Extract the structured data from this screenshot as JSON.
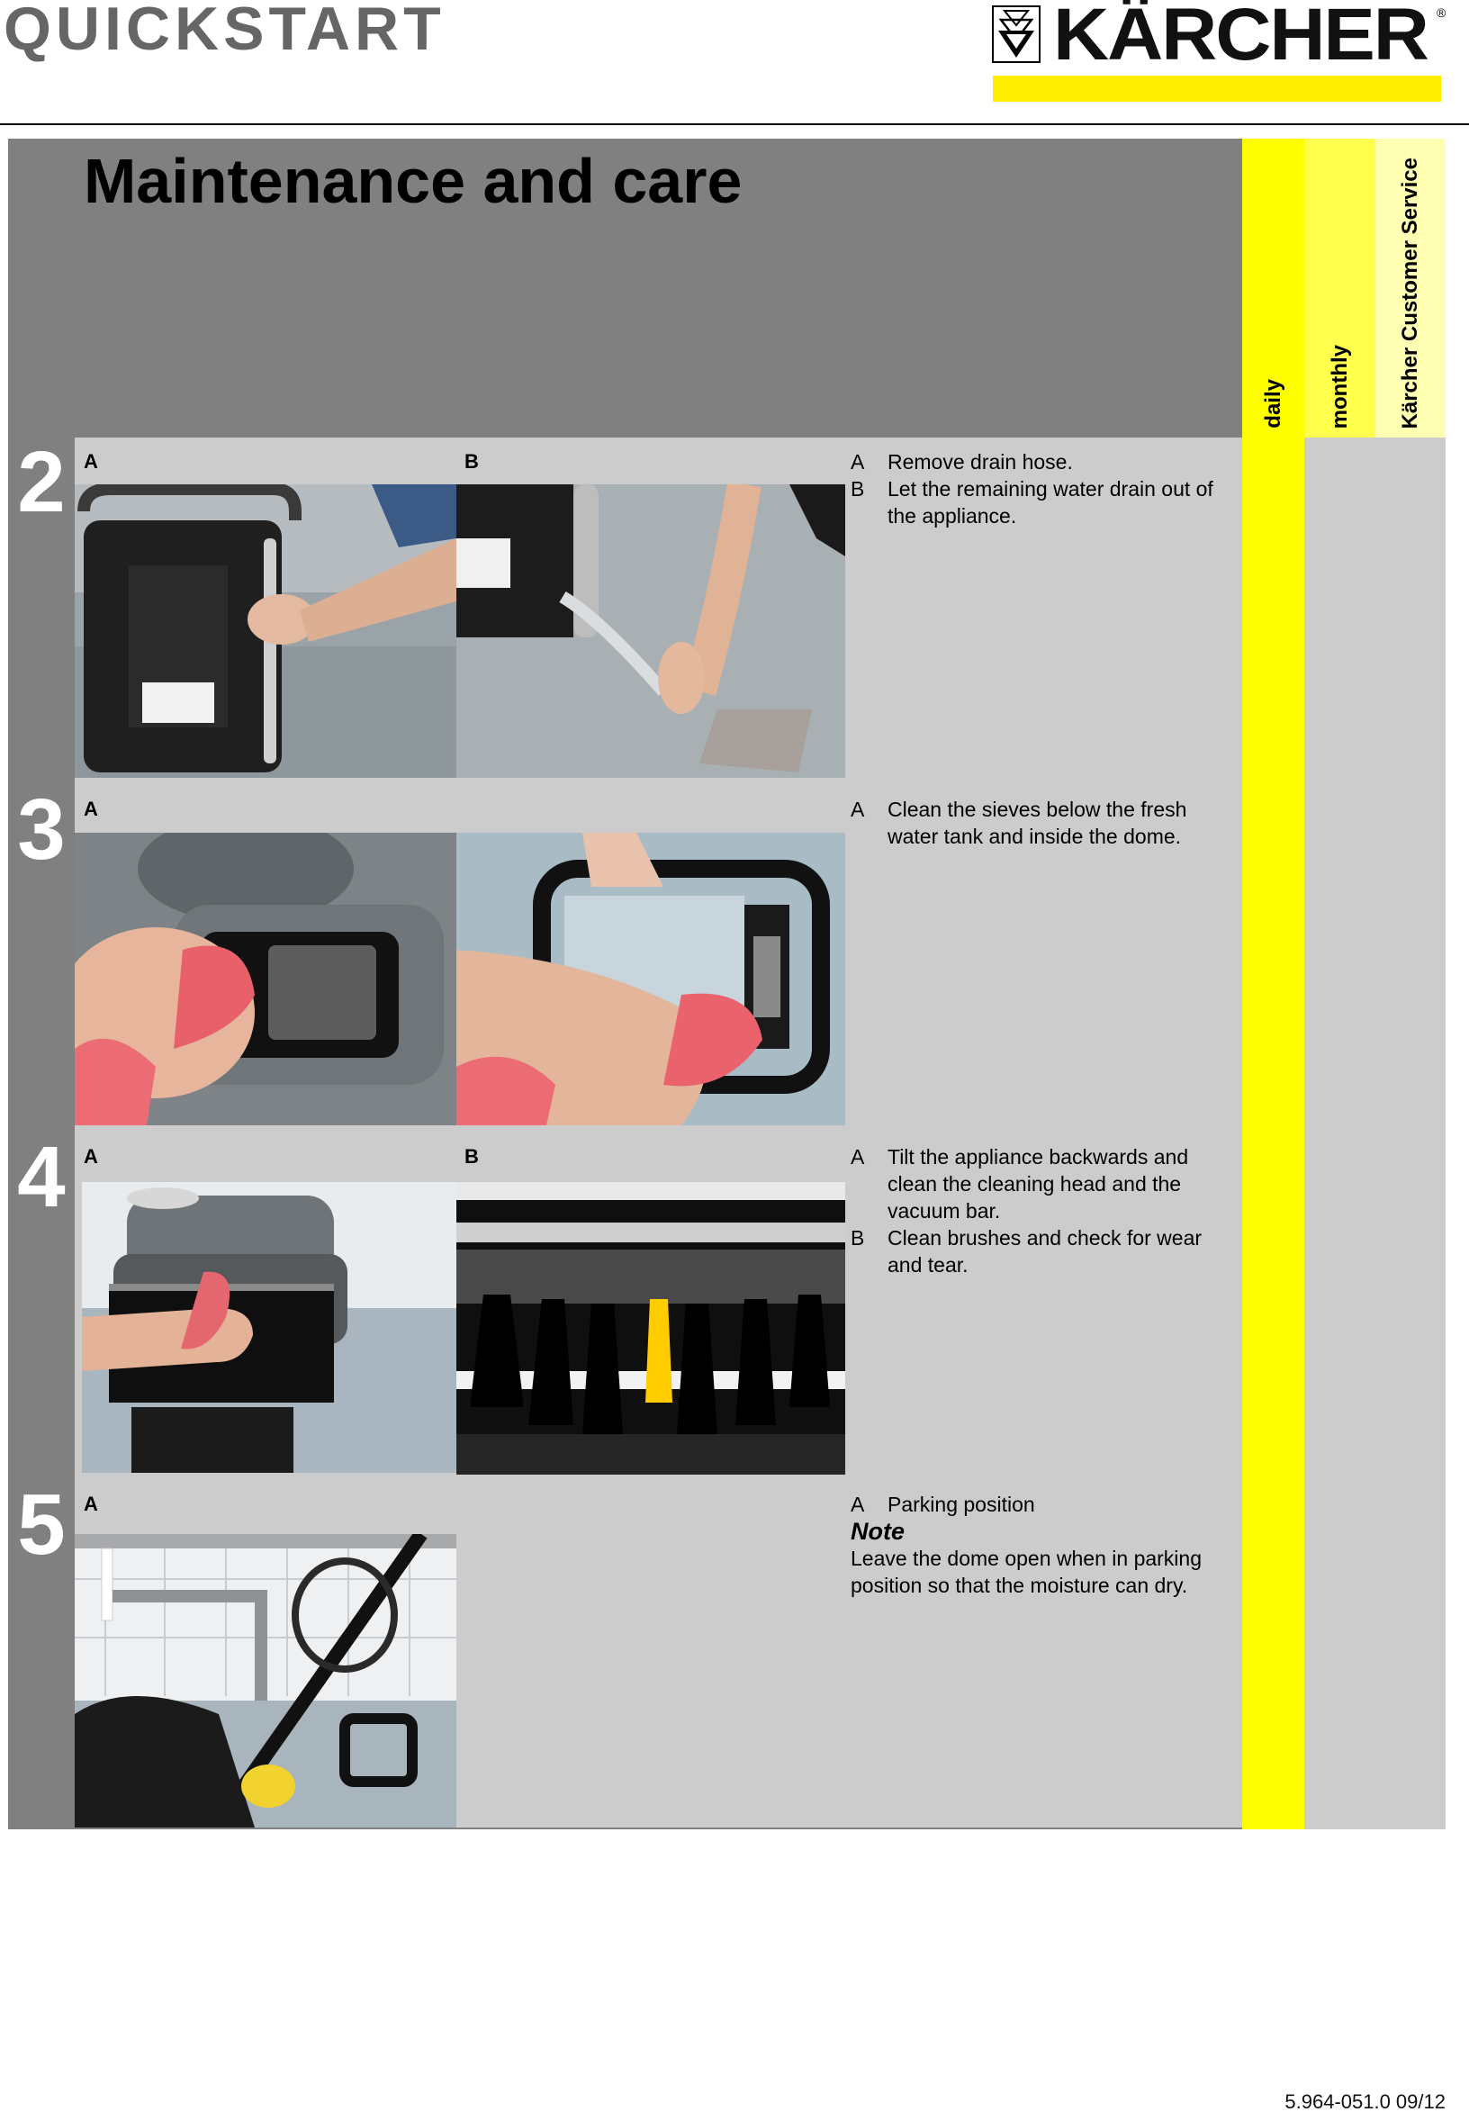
{
  "header": {
    "doc_title": "QUICKSTART",
    "brand": "KÄRCHER",
    "brand_registered": "®",
    "brand_yellow": "#ffee00"
  },
  "page": {
    "title": "Maintenance and care"
  },
  "columns": {
    "daily": "daily",
    "monthly": "monthly",
    "service": "Kärcher Customer Service",
    "colors": {
      "daily": "#ffff00",
      "monthly": "#ffff4d",
      "service": "#ffffb3",
      "panel": "#808080",
      "row": "#cccccc"
    }
  },
  "sections": [
    {
      "number": "2",
      "labels": [
        "A",
        "B"
      ],
      "photos": [
        "drain-hose-removal-photo",
        "draining-water-photo"
      ],
      "steps": [
        {
          "key": "A",
          "text": "Remove drain hose."
        },
        {
          "key": "B",
          "text": "Let the remaining water drain out of the appliance."
        }
      ]
    },
    {
      "number": "3",
      "labels": [
        "A"
      ],
      "photos": [
        "clean-sieve-tank-photo",
        "clean-sieve-dome-photo"
      ],
      "steps": [
        {
          "key": "A",
          "text": "Clean the sieves below the fresh water tank and inside the dome."
        }
      ]
    },
    {
      "number": "4",
      "labels": [
        "A",
        "B"
      ],
      "photos": [
        "clean-cleaning-head-photo",
        "brushes-closeup-photo"
      ],
      "steps": [
        {
          "key": "A",
          "text": "Tilt the appliance backwards and clean the cleaning head and the vacuum bar."
        },
        {
          "key": "B",
          "text": "Clean brushes and check for wear and tear."
        }
      ]
    },
    {
      "number": "5",
      "labels": [
        "A"
      ],
      "photos": [
        "parking-position-photo"
      ],
      "steps": [
        {
          "key": "A",
          "text": "Parking position"
        }
      ],
      "note": {
        "heading": "Note",
        "text": "Leave the dome open when in parking position so that the moisture can dry."
      }
    }
  ],
  "footer": {
    "doc_number": "5.964-051.0 09/12"
  }
}
